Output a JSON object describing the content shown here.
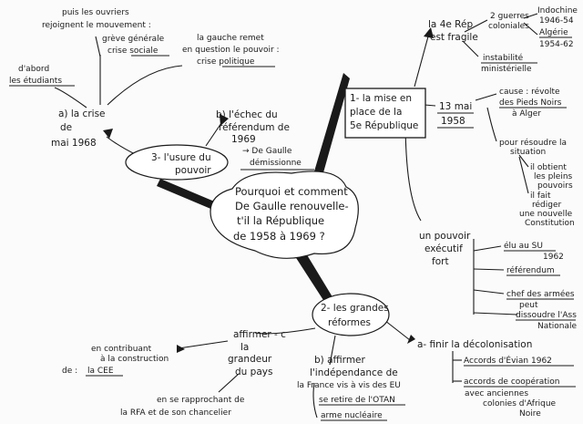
{
  "center": {
    "lines": [
      "Pourquoi et comment",
      "De Gaulle renouvelle-",
      "t'il la République",
      "de 1958 à 1969 ?"
    ]
  },
  "part1": {
    "title_lines": [
      "1- la mise en",
      "place de la",
      "5e République"
    ],
    "fragile": [
      "la 4e Rép",
      "est fragile"
    ],
    "guerres": [
      "2 guerres",
      "coloniales"
    ],
    "indochine": "Indochine",
    "indochine_years": "1946-54",
    "algerie": "Algérie",
    "algerie_years": "1954-62",
    "instabilite": [
      "instabilité",
      "ministérielle"
    ],
    "date": [
      "13 mai",
      "1958"
    ],
    "cause": [
      "cause : révolte",
      "des Pieds Noirs",
      "à Alger"
    ],
    "resoudre": [
      "pour résoudre la",
      "situation"
    ],
    "obtient": [
      "il obtient",
      "les pleins",
      "pouvoirs"
    ],
    "rediger": [
      "il fait",
      "rédiger",
      "une nouvelle",
      "Constitution"
    ],
    "executif": [
      "un pouvoir",
      "exécutif",
      "fort"
    ],
    "elu": "élu au SU",
    "elu_year": "1962",
    "referendum": "référendum",
    "chef": "chef des armées",
    "pour": "peut",
    "dissoudre": "dissoudre l'Ass",
    "nationale": "Nationale"
  },
  "part2": {
    "title_lines": [
      "2- les grandes",
      "réformes"
    ],
    "a_finir": "a- finir la décolonisation",
    "evian": "Accords d'Évian 1962",
    "cooperation": "accords de coopération",
    "avec_lines": [
      "avec anciennes",
      "colonies d'Afrique",
      "Noire"
    ],
    "b_affirmer": [
      "b) affirmer",
      "l'indépendance de",
      "la France vis à vis des EU"
    ],
    "otan": "se retire de l'OTAN",
    "nucleaire": "arme nucléaire",
    "c_affirmer": [
      "affirmer - c",
      "la",
      "grandeur",
      "du pays"
    ],
    "contribuant": [
      "en contribuant",
      "à la construction",
      "de :"
    ],
    "cee": "la CEE",
    "rfa": [
      "en se rapprochant de",
      "la RFA et de son chancelier"
    ]
  },
  "part3": {
    "title_lines": [
      "3- l'usure du",
      "pouvoir"
    ],
    "echec": [
      "b) l'échec du",
      "référendum de",
      "1969"
    ],
    "demission": [
      "→ De Gaulle",
      "démissionne"
    ],
    "crise_a": [
      "a) la crise",
      "de",
      "mai 1968"
    ],
    "etudiants": [
      "d'abord",
      "les étudiants"
    ],
    "ouvriers": [
      "puis les ouvriers",
      "rejoignent le mouvement :",
      "grève générale"
    ],
    "crise_sociale": "crise sociale",
    "gauche": [
      "la gauche remet",
      "en question le pouvoir :",
      "crise politique"
    ]
  }
}
